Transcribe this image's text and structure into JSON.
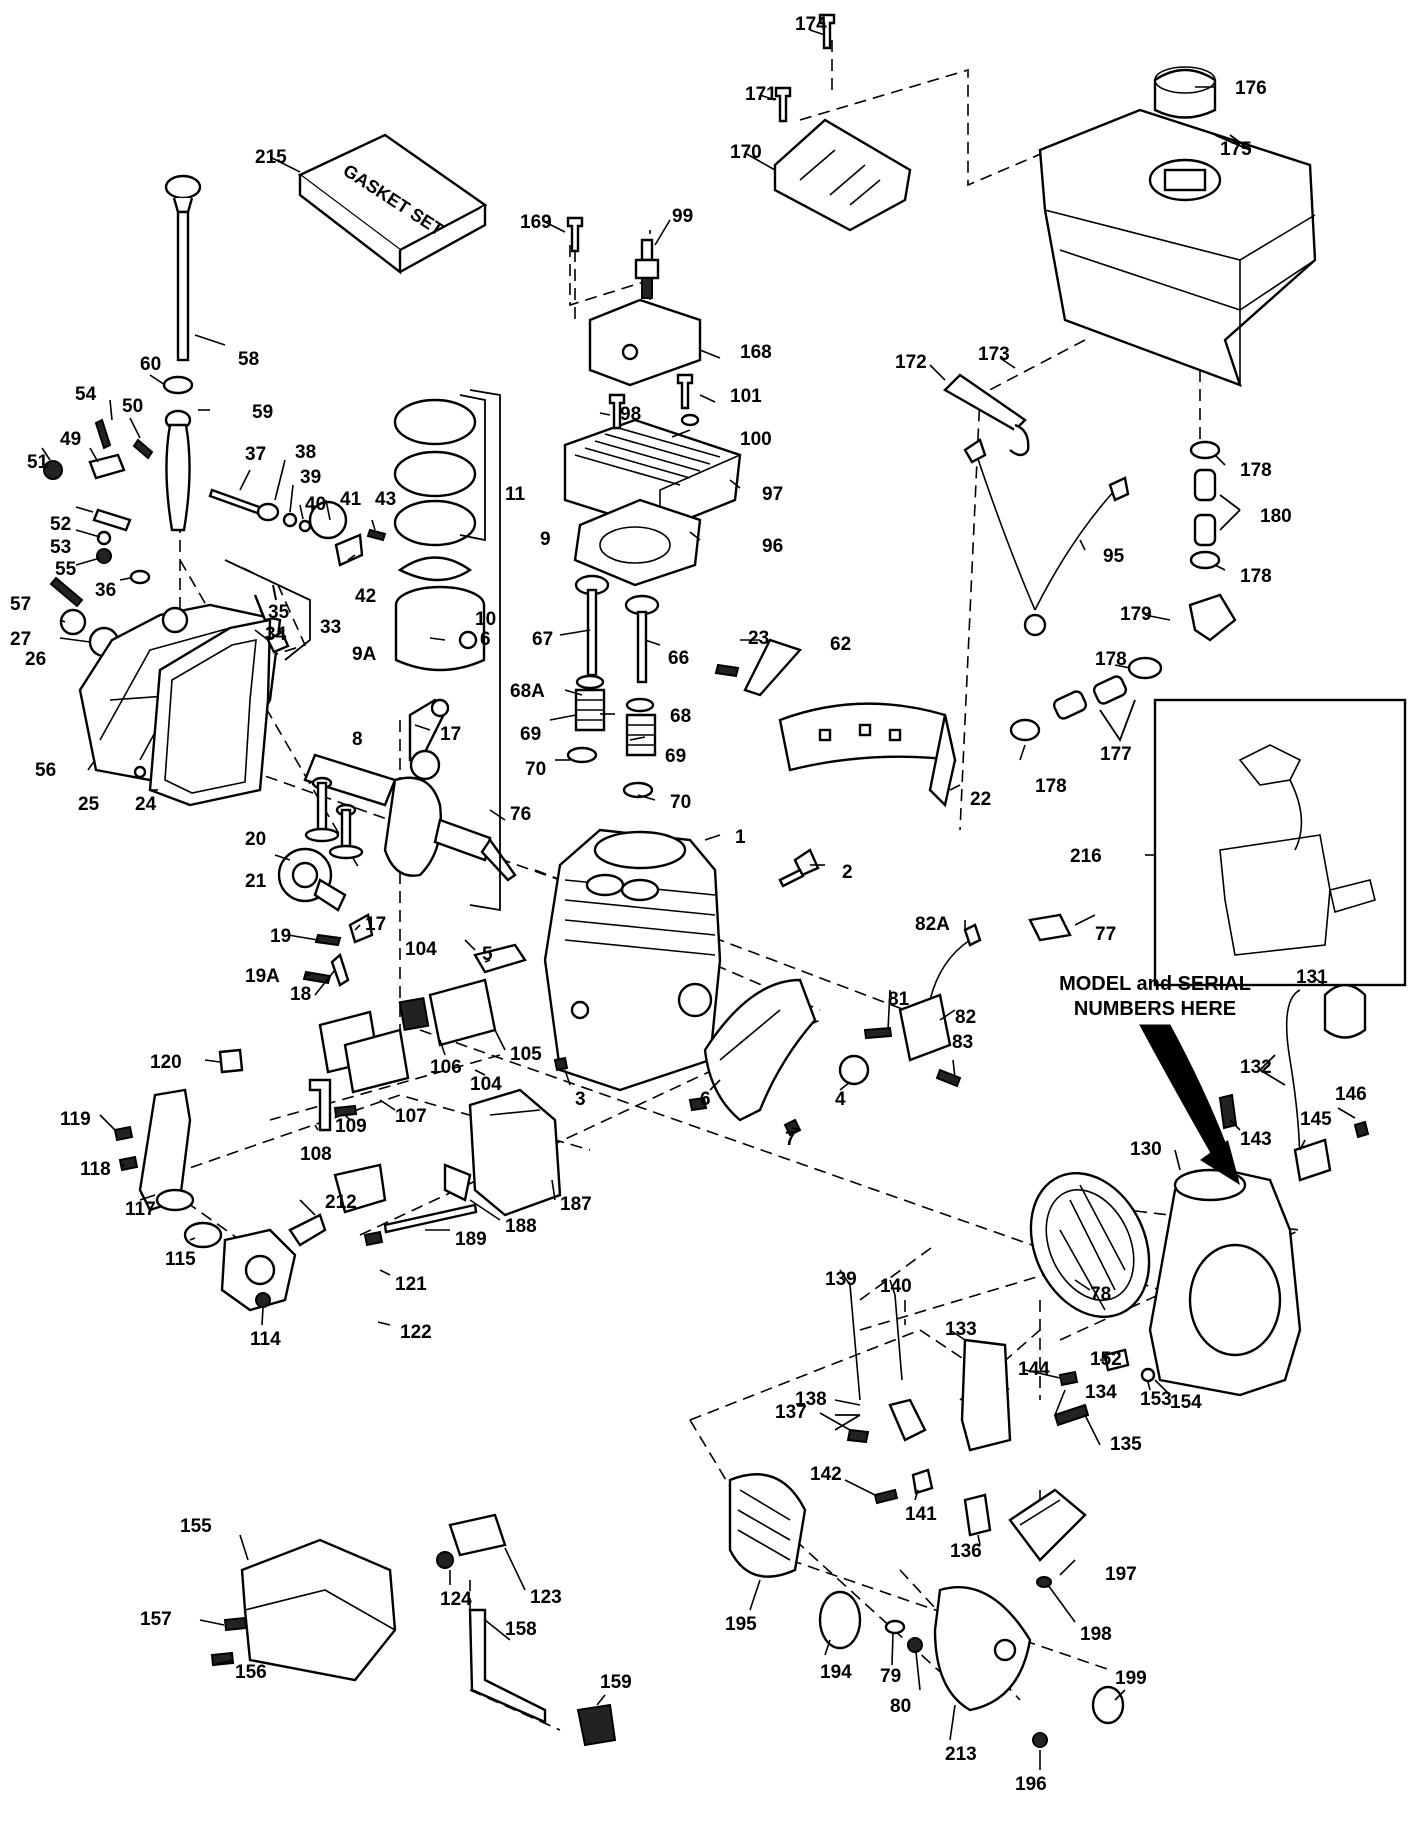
{
  "note": {
    "line1": "MODEL and SERIAL",
    "line2": "NUMBERS HERE"
  },
  "gasket_box_text": "GASKET SET",
  "parts": [
    {
      "id": "p174",
      "label": "174"
    },
    {
      "id": "p176",
      "label": "176"
    },
    {
      "id": "p171",
      "label": "171"
    },
    {
      "id": "p175",
      "label": "175"
    },
    {
      "id": "p215",
      "label": "215"
    },
    {
      "id": "p170",
      "label": "170"
    },
    {
      "id": "p169",
      "label": "169"
    },
    {
      "id": "p99",
      "label": "99"
    },
    {
      "id": "p58",
      "label": "58"
    },
    {
      "id": "p168",
      "label": "168"
    },
    {
      "id": "p60",
      "label": "60"
    },
    {
      "id": "p59",
      "label": "59"
    },
    {
      "id": "p172",
      "label": "172"
    },
    {
      "id": "p173",
      "label": "173"
    },
    {
      "id": "p54",
      "label": "54"
    },
    {
      "id": "p50",
      "label": "50"
    },
    {
      "id": "p101",
      "label": "101"
    },
    {
      "id": "p98",
      "label": "98"
    },
    {
      "id": "p49",
      "label": "49"
    },
    {
      "id": "p100",
      "label": "100"
    },
    {
      "id": "p51",
      "label": "51"
    },
    {
      "id": "p37",
      "label": "37"
    },
    {
      "id": "p38",
      "label": "38"
    },
    {
      "id": "p39",
      "label": "39"
    },
    {
      "id": "p40",
      "label": "40"
    },
    {
      "id": "p97",
      "label": "97"
    },
    {
      "id": "p178a",
      "label": "178"
    },
    {
      "id": "p11",
      "label": "11"
    },
    {
      "id": "p41",
      "label": "41"
    },
    {
      "id": "p43",
      "label": "43"
    },
    {
      "id": "p52",
      "label": "52"
    },
    {
      "id": "p53",
      "label": "53"
    },
    {
      "id": "p9",
      "label": "9"
    },
    {
      "id": "p180",
      "label": "180"
    },
    {
      "id": "p96",
      "label": "96"
    },
    {
      "id": "p95",
      "label": "95"
    },
    {
      "id": "p55",
      "label": "55"
    },
    {
      "id": "p178b",
      "label": "178"
    },
    {
      "id": "p36",
      "label": "36"
    },
    {
      "id": "p42",
      "label": "42"
    },
    {
      "id": "p57",
      "label": "57"
    },
    {
      "id": "p35",
      "label": "35"
    },
    {
      "id": "p33",
      "label": "33"
    },
    {
      "id": "p10",
      "label": "10"
    },
    {
      "id": "p179",
      "label": "179"
    },
    {
      "id": "p27",
      "label": "27"
    },
    {
      "id": "p34",
      "label": "34"
    },
    {
      "id": "p6a",
      "label": "6"
    },
    {
      "id": "p26",
      "label": "26"
    },
    {
      "id": "p9A",
      "label": "9A"
    },
    {
      "id": "p67",
      "label": "67"
    },
    {
      "id": "p23",
      "label": "23"
    },
    {
      "id": "p62",
      "label": "62"
    },
    {
      "id": "p66",
      "label": "66"
    },
    {
      "id": "p178c",
      "label": "178"
    },
    {
      "id": "p68A",
      "label": "68A"
    },
    {
      "id": "p68",
      "label": "68"
    },
    {
      "id": "p17a",
      "label": "17"
    },
    {
      "id": "p69a",
      "label": "69"
    },
    {
      "id": "p8",
      "label": "8"
    },
    {
      "id": "p56",
      "label": "56"
    },
    {
      "id": "p69b",
      "label": "69"
    },
    {
      "id": "p177",
      "label": "177"
    },
    {
      "id": "p70a",
      "label": "70"
    },
    {
      "id": "p22",
      "label": "22"
    },
    {
      "id": "p178d",
      "label": "178"
    },
    {
      "id": "p25",
      "label": "25"
    },
    {
      "id": "p24",
      "label": "24"
    },
    {
      "id": "p70b",
      "label": "70"
    },
    {
      "id": "p76",
      "label": "76"
    },
    {
      "id": "p20",
      "label": "20"
    },
    {
      "id": "p1",
      "label": "1"
    },
    {
      "id": "p216",
      "label": "216"
    },
    {
      "id": "p21",
      "label": "21"
    },
    {
      "id": "p2",
      "label": "2"
    },
    {
      "id": "p82A",
      "label": "82A"
    },
    {
      "id": "p17b",
      "label": "17"
    },
    {
      "id": "p19",
      "label": "19"
    },
    {
      "id": "p77",
      "label": "77"
    },
    {
      "id": "p19A",
      "label": "19A"
    },
    {
      "id": "p104a",
      "label": "104"
    },
    {
      "id": "p5",
      "label": "5"
    },
    {
      "id": "p18",
      "label": "18"
    },
    {
      "id": "p131",
      "label": "131"
    },
    {
      "id": "p81",
      "label": "81"
    },
    {
      "id": "p82",
      "label": "82"
    },
    {
      "id": "p105",
      "label": "105"
    },
    {
      "id": "p83",
      "label": "83"
    },
    {
      "id": "p120",
      "label": "120"
    },
    {
      "id": "p106",
      "label": "106"
    },
    {
      "id": "p132",
      "label": "132"
    },
    {
      "id": "p104b",
      "label": "104"
    },
    {
      "id": "p3",
      "label": "3"
    },
    {
      "id": "p146",
      "label": "146"
    },
    {
      "id": "p119",
      "label": "119"
    },
    {
      "id": "p109",
      "label": "109"
    },
    {
      "id": "p107",
      "label": "107"
    },
    {
      "id": "p6b",
      "label": "6"
    },
    {
      "id": "p4",
      "label": "4"
    },
    {
      "id": "p143",
      "label": "143"
    },
    {
      "id": "p145",
      "label": "145"
    },
    {
      "id": "p108",
      "label": "108"
    },
    {
      "id": "p7",
      "label": "7"
    },
    {
      "id": "p130",
      "label": "130"
    },
    {
      "id": "p118",
      "label": "118"
    },
    {
      "id": "p212",
      "label": "212"
    },
    {
      "id": "p187",
      "label": "187"
    },
    {
      "id": "p117",
      "label": "117"
    },
    {
      "id": "p188",
      "label": "188"
    },
    {
      "id": "p115",
      "label": "115"
    },
    {
      "id": "p189",
      "label": "189"
    },
    {
      "id": "p78",
      "label": "78"
    },
    {
      "id": "p121",
      "label": "121"
    },
    {
      "id": "p140",
      "label": "140"
    },
    {
      "id": "p139",
      "label": "139"
    },
    {
      "id": "p133",
      "label": "133"
    },
    {
      "id": "p122",
      "label": "122"
    },
    {
      "id": "p152",
      "label": "152"
    },
    {
      "id": "p144",
      "label": "144"
    },
    {
      "id": "p114",
      "label": "114"
    },
    {
      "id": "p134",
      "label": "134"
    },
    {
      "id": "p153",
      "label": "153"
    },
    {
      "id": "p154",
      "label": "154"
    },
    {
      "id": "p138",
      "label": "138"
    },
    {
      "id": "p137",
      "label": "137"
    },
    {
      "id": "p135",
      "label": "135"
    },
    {
      "id": "p142",
      "label": "142"
    },
    {
      "id": "p155",
      "label": "155"
    },
    {
      "id": "p141",
      "label": "141"
    },
    {
      "id": "p136",
      "label": "136"
    },
    {
      "id": "p124",
      "label": "124"
    },
    {
      "id": "p123",
      "label": "123"
    },
    {
      "id": "p197",
      "label": "197"
    },
    {
      "id": "p157",
      "label": "157"
    },
    {
      "id": "p198",
      "label": "198"
    },
    {
      "id": "p158",
      "label": "158"
    },
    {
      "id": "p195",
      "label": "195"
    },
    {
      "id": "p156",
      "label": "156"
    },
    {
      "id": "p194",
      "label": "194"
    },
    {
      "id": "p79",
      "label": "79"
    },
    {
      "id": "p199",
      "label": "199"
    },
    {
      "id": "p159",
      "label": "159"
    },
    {
      "id": "p80",
      "label": "80"
    },
    {
      "id": "p213",
      "label": "213"
    },
    {
      "id": "p196",
      "label": "196"
    }
  ]
}
